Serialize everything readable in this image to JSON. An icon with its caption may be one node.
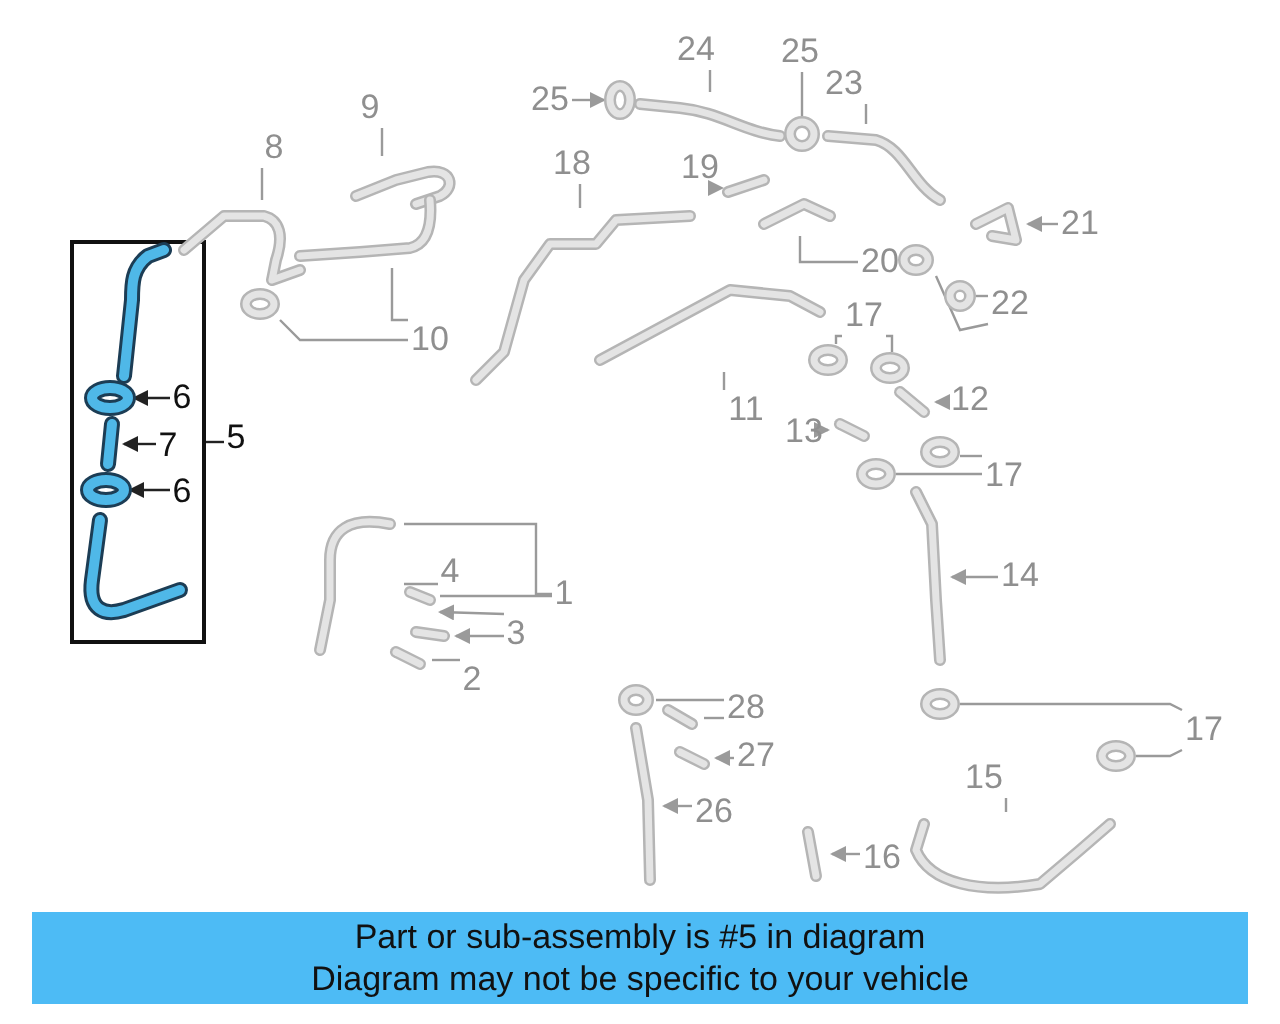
{
  "diagram": {
    "nodes": [
      {
        "text": [],
        "shape": "box"
      },
      {
        "text": [
          "5"
        ]
      },
      {
        "text": [],
        "shape": "picture",
        "in": 0
      },
      {
        "text": [],
        "shape": "picture",
        "in": 0
      },
      {
        "text": [
          "6"
        ],
        "in": 0
      },
      {
        "text": [],
        "shape": "picture",
        "in": 0
      },
      {
        "text": [
          "7"
        ],
        "in": 0
      },
      {
        "text": [],
        "shape": "picture",
        "in": 0
      },
      {
        "text": [
          "6"
        ],
        "in": 0
      },
      {
        "text": [],
        "shape": "picture",
        "in": 0
      },
      {
        "text": [
          "8"
        ]
      },
      {
        "text": [],
        "shape": "picture"
      },
      {
        "text": [
          "9"
        ]
      },
      {
        "text": [],
        "shape": "picture"
      },
      {
        "text": [
          "10"
        ]
      },
      {
        "text": [],
        "shape": "picture"
      },
      {
        "text": [],
        "shape": "picture"
      },
      {
        "text": [
          "18"
        ]
      },
      {
        "text": [],
        "shape": "picture"
      },
      {
        "text": [
          "25"
        ]
      },
      {
        "text": [],
        "shape": "picture"
      },
      {
        "text": [
          "24"
        ]
      },
      {
        "text": [],
        "shape": "picture"
      },
      {
        "text": [
          "25"
        ]
      },
      {
        "text": [],
        "shape": "picture"
      },
      {
        "text": [
          "23"
        ]
      },
      {
        "text": [],
        "shape": "picture"
      },
      {
        "text": [
          "19"
        ]
      },
      {
        "text": [],
        "shape": "picture"
      },
      {
        "text": [
          "21"
        ]
      },
      {
        "text": [],
        "shape": "picture"
      },
      {
        "text": [
          "20"
        ]
      },
      {
        "text": [],
        "shape": "picture"
      },
      {
        "text": [
          "22"
        ]
      },
      {
        "text": [],
        "shape": "picture"
      },
      {
        "text": [],
        "shape": "picture"
      },
      {
        "text": [
          "11"
        ]
      },
      {
        "text": [],
        "shape": "picture"
      },
      {
        "text": [
          "17"
        ]
      },
      {
        "text": [],
        "shape": "picture"
      },
      {
        "text": [],
        "shape": "picture"
      },
      {
        "text": [
          "12"
        ]
      },
      {
        "text": [],
        "shape": "picture"
      },
      {
        "text": [
          "13"
        ]
      },
      {
        "text": [],
        "shape": "picture"
      },
      {
        "text": [
          "17"
        ]
      },
      {
        "text": [],
        "shape": "picture"
      },
      {
        "text": [],
        "shape": "picture"
      },
      {
        "text": [
          "14"
        ]
      },
      {
        "text": [],
        "shape": "picture"
      },
      {
        "text": [
          "4"
        ]
      },
      {
        "text": [],
        "shape": "picture"
      },
      {
        "text": [
          "1"
        ]
      },
      {
        "text": [],
        "shape": "picture"
      },
      {
        "text": [
          "3"
        ]
      },
      {
        "text": [],
        "shape": "picture"
      },
      {
        "text": [
          "2"
        ]
      },
      {
        "text": [],
        "shape": "picture"
      },
      {
        "text": [
          "28"
        ]
      },
      {
        "text": [],
        "shape": "picture"
      },
      {
        "text": [],
        "shape": "picture"
      },
      {
        "text": [
          "27"
        ]
      },
      {
        "text": [],
        "shape": "picture"
      },
      {
        "text": [
          "26"
        ]
      },
      {
        "text": [],
        "shape": "picture"
      },
      {
        "text": [
          "17"
        ]
      },
      {
        "text": [],
        "shape": "picture"
      },
      {
        "text": [],
        "shape": "picture"
      },
      {
        "text": [
          "15"
        ]
      },
      {
        "text": [],
        "shape": "picture"
      },
      {
        "text": [
          "16"
        ]
      },
      {
        "text": [],
        "shape": "picture"
      },
      {
        "text": [
          "Part or sub-assembly is #5 in diagram",
          "Diagram may not be specific to your vehicle"
        ]
      }
    ],
    "edges": [
      {
        "from": 1,
        "to": 0,
        "arrow": "none",
        "color": "#222222"
      },
      {
        "from": 4,
        "to": 3,
        "arrow": "to",
        "color": "#222222"
      },
      {
        "from": 6,
        "to": 5,
        "arrow": "to",
        "color": "#222222"
      },
      {
        "from": 8,
        "to": 7,
        "arrow": "to",
        "color": "#222222"
      },
      {
        "from": 10,
        "to": 11,
        "arrow": "none"
      },
      {
        "from": 12,
        "to": 13,
        "arrow": "none"
      },
      {
        "from": 14,
        "to": 15,
        "arrow": "none"
      },
      {
        "from": 14,
        "to": 16,
        "arrow": "none"
      },
      {
        "from": 17,
        "to": 18,
        "arrow": "none"
      },
      {
        "from": 19,
        "to": 20,
        "arrow": "to"
      },
      {
        "from": 21,
        "to": 22,
        "arrow": "none"
      },
      {
        "from": 23,
        "to": 24,
        "arrow": "none"
      },
      {
        "from": 25,
        "to": 26,
        "arrow": "none"
      },
      {
        "from": 27,
        "to": 28,
        "arrow": "to"
      },
      {
        "from": 29,
        "to": 30,
        "arrow": "to"
      },
      {
        "from": 31,
        "to": 32,
        "arrow": "none"
      },
      {
        "from": 33,
        "to": 34,
        "arrow": "none"
      },
      {
        "from": 33,
        "to": 35,
        "arrow": "none"
      },
      {
        "from": 36,
        "to": 37,
        "arrow": "none"
      },
      {
        "from": 38,
        "to": 39,
        "arrow": "none"
      },
      {
        "from": 38,
        "to": 40,
        "arrow": "none"
      },
      {
        "from": 41,
        "to": 42,
        "arrow": "to"
      },
      {
        "from": 43,
        "to": 44,
        "arrow": "to"
      },
      {
        "from": 45,
        "to": 46,
        "arrow": "none"
      },
      {
        "from": 45,
        "to": 47,
        "arrow": "none"
      },
      {
        "from": 48,
        "to": 49,
        "arrow": "to"
      },
      {
        "from": 50,
        "to": 51,
        "arrow": "none"
      },
      {
        "from": 52,
        "to": 51,
        "arrow": "none"
      },
      {
        "from": 52,
        "to": 53,
        "arrow": "none"
      },
      {
        "from": 54,
        "to": 55,
        "arrow": "to"
      },
      {
        "from": 54,
        "to": 53,
        "arrow": "to"
      },
      {
        "from": 56,
        "to": 57,
        "arrow": "none"
      },
      {
        "from": 58,
        "to": 59,
        "arrow": "none"
      },
      {
        "from": 58,
        "to": 60,
        "arrow": "none"
      },
      {
        "from": 61,
        "to": 62,
        "arrow": "to"
      },
      {
        "from": 63,
        "to": 64,
        "arrow": "to"
      },
      {
        "from": 65,
        "to": 66,
        "arrow": "none"
      },
      {
        "from": 65,
        "to": 67,
        "arrow": "none"
      },
      {
        "from": 68,
        "to": 69,
        "arrow": "none"
      },
      {
        "from": 70,
        "to": 71,
        "arrow": "to"
      }
    ]
  }
}
